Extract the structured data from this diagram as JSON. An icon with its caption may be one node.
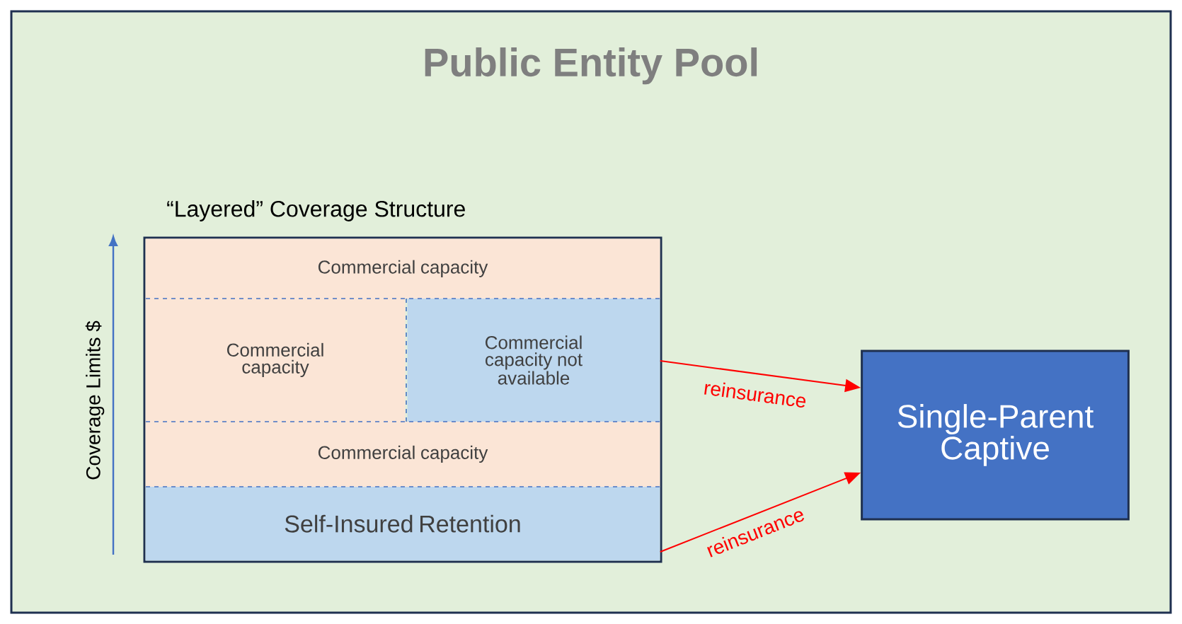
{
  "diagram": {
    "nodes": [
      {
        "text": [
          "Public Entity Pool"
        ]
      },
      {
        "text": [
          "“Layered” Coverage Structure"
        ],
        "in": 0
      },
      {
        "text": [
          "Commercial capacity"
        ],
        "in": 1
      },
      {
        "text": [
          "Commercial capacity"
        ],
        "in": 1
      },
      {
        "text": [
          "Commercial capacity not available"
        ],
        "in": 1
      },
      {
        "text": [
          "Commercial capacity"
        ],
        "in": 1
      },
      {
        "text": [
          "Self-Insured Retention"
        ],
        "in": 1
      },
      {
        "text": [
          "Single-Parent Captive"
        ],
        "in": 0
      }
    ],
    "edges": [
      {
        "from": 4,
        "to": 7,
        "arrow": "to",
        "label": "reinsurance",
        "color": "#ff0000"
      },
      {
        "from": 6,
        "to": 7,
        "arrow": "to",
        "label": "reinsurance",
        "color": "#ff0000"
      }
    ],
    "labels": [
      "Coverage Limits $"
    ]
  }
}
